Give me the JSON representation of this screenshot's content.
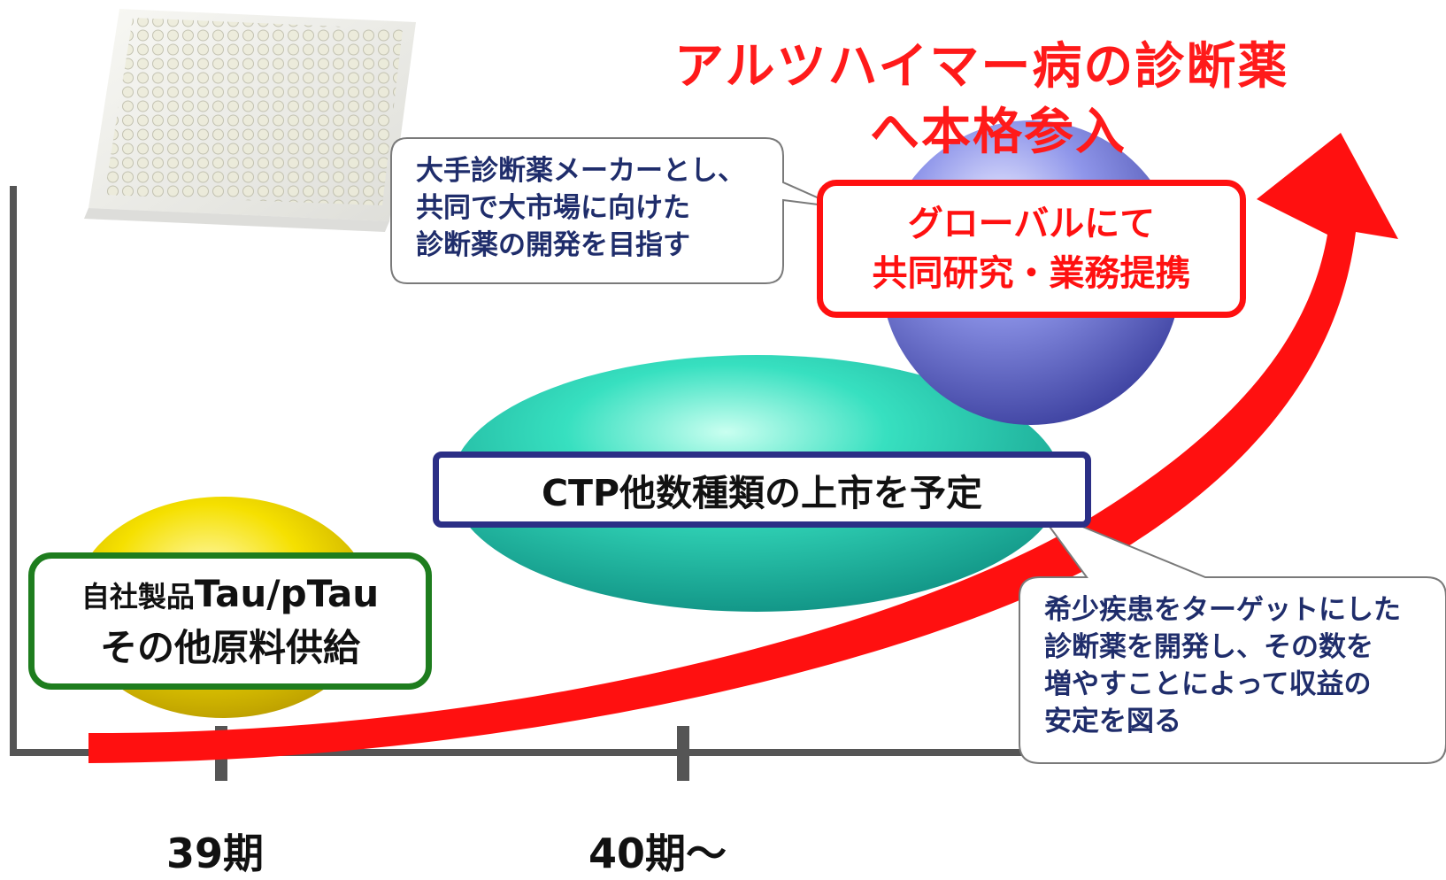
{
  "title": {
    "line1": "アルツハイマー病の診断薬",
    "line2": "へ本格参入"
  },
  "stages": {
    "stage1": {
      "line1_kanji": "自社製品",
      "line1_latin": "Tau/pTau",
      "line2": "その他原料供給"
    },
    "stage2": {
      "label": "CTP他数種類の上市を予定"
    },
    "stage3": {
      "line1": "グローバルにて",
      "line2": "共同研究・業務提携"
    }
  },
  "callouts": {
    "top": {
      "lines": [
        "大手診断薬メーカーとし、",
        "共同で大市場に向けた",
        "診断薬の開発を目指す"
      ]
    },
    "right": {
      "lines": [
        "希少疾患をターゲットにした",
        "診断薬を開発し、その数を",
        "増やすことによって収益の",
        "安定を図る"
      ]
    }
  },
  "axis": {
    "ticks": [
      "39期",
      "40期～"
    ]
  },
  "colors": {
    "arrow": "#ff1010",
    "title": "#ff1a1a",
    "stage1_border": "#1e7d1e",
    "stage2_border": "#2b2f86",
    "stage3_border": "#ff1010",
    "yellow_blob": "#f2dc00",
    "teal_blob": "#2fd6b3",
    "blue_sphere": "#7f86e0",
    "callout_text": "#1f2d6b"
  }
}
